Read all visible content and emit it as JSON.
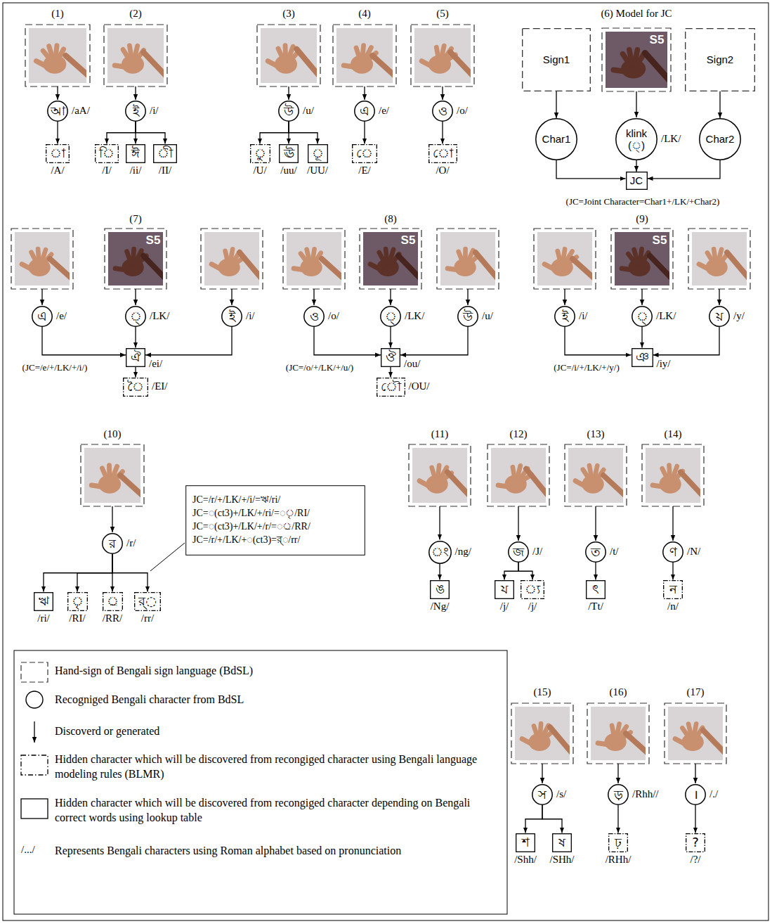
{
  "diagram": {
    "nodes": [
      {
        "text": [
          "আ",
          "/aA/"
        ]
      },
      {
        "text": [
          "◌া",
          "/A/"
        ]
      },
      {
        "text": [
          "ই",
          "/i/"
        ]
      },
      {
        "text": [
          "◌ি",
          "/I/"
        ]
      },
      {
        "text": [
          "ঈ",
          "/ii/"
        ]
      },
      {
        "text": [
          "◌ী",
          "/II/"
        ]
      },
      {
        "text": [
          "উ",
          "/u/"
        ]
      },
      {
        "text": [
          "◌ু",
          "/U/"
        ]
      },
      {
        "text": [
          "ঊ",
          "/uu/"
        ]
      },
      {
        "text": [
          "◌ূ",
          "/UU/"
        ]
      },
      {
        "text": [
          "এ",
          "/e/"
        ]
      },
      {
        "text": [
          "◌ে",
          "/E/"
        ]
      },
      {
        "text": [
          "ও",
          "/o/"
        ]
      },
      {
        "text": [
          "◌ো",
          "/O/"
        ]
      },
      {
        "text": [
          "Sign1"
        ]
      },
      {
        "text": [
          "Sign2"
        ]
      },
      {
        "text": [
          "Char1"
        ]
      },
      {
        "text": [
          "klink",
          "(◌্)",
          "/LK/"
        ]
      },
      {
        "text": [
          "Char2"
        ]
      },
      {
        "text": [
          "JC"
        ]
      },
      {
        "text": [
          "এ",
          "/e/"
        ]
      },
      {
        "text": [
          "◌্",
          "/LK/"
        ]
      },
      {
        "text": [
          "ই",
          "/i/"
        ]
      },
      {
        "text": [
          "ঐ",
          "/ei/"
        ]
      },
      {
        "text": [
          "◌ৈ",
          "/EI/"
        ]
      },
      {
        "text": [
          "ও",
          "/o/"
        ]
      },
      {
        "text": [
          "◌্",
          "/LK/"
        ]
      },
      {
        "text": [
          "উ",
          "/u/"
        ]
      },
      {
        "text": [
          "ঔ",
          "/ou/"
        ]
      },
      {
        "text": [
          "◌ৌ",
          "/OU/"
        ]
      },
      {
        "text": [
          "ই",
          "/i/"
        ]
      },
      {
        "text": [
          "◌্",
          "/LK/"
        ]
      },
      {
        "text": [
          "য়",
          "/y/"
        ]
      },
      {
        "text": [
          "ঞ",
          "/iy/"
        ]
      },
      {
        "text": [
          "র",
          "/r/"
        ]
      },
      {
        "text": [
          "JC=/r/+/LK/+/i/=ঋ/ri/",
          "JC=◌(ct3)+/LK/+/ri/=◌ৃ/RI/",
          "JC=◌(ct3)+/LK/+/r/=◌্র/RR/",
          "JC=/r/+/LK/+◌(ct3)=র্◌/rr/"
        ]
      },
      {
        "text": [
          "ঋ",
          "/ri/"
        ]
      },
      {
        "text": [
          "◌ৃ",
          "/RI/"
        ]
      },
      {
        "text": [
          "◌্র",
          "/RR/"
        ]
      },
      {
        "text": [
          "র্◌",
          "/rr/"
        ]
      },
      {
        "text": [
          "◌ং",
          "/ng/"
        ]
      },
      {
        "text": [
          "ঙ",
          "/Ng/"
        ]
      },
      {
        "text": [
          "জ",
          "/J/"
        ]
      },
      {
        "text": [
          "য",
          "/j/"
        ]
      },
      {
        "text": [
          "◌্য",
          "/j/"
        ]
      },
      {
        "text": [
          "ত",
          "/t/"
        ]
      },
      {
        "text": [
          "ৎ",
          "/Tt/"
        ]
      },
      {
        "text": [
          "ণ",
          "/N/"
        ]
      },
      {
        "text": [
          "ন",
          "/n/"
        ]
      },
      {
        "text": [
          "স",
          "/s/"
        ]
      },
      {
        "text": [
          "শ",
          "/Shh/"
        ]
      },
      {
        "text": [
          "ষ",
          "/SHh/"
        ]
      },
      {
        "text": [
          "ড়",
          "/Rhh//"
        ]
      },
      {
        "text": [
          "ঢ়",
          "/RHh/"
        ]
      },
      {
        "text": [
          "।",
          "/./"
        ]
      },
      {
        "text": [
          "?",
          "/?/"
        ]
      }
    ],
    "edges": [
      {
        "from": 0,
        "to": 1,
        "arrow": "to"
      },
      {
        "from": 2,
        "to": 3,
        "arrow": "to"
      },
      {
        "from": 2,
        "to": 4,
        "arrow": "to"
      },
      {
        "from": 2,
        "to": 5,
        "arrow": "to"
      },
      {
        "from": 6,
        "to": 7,
        "arrow": "to"
      },
      {
        "from": 6,
        "to": 8,
        "arrow": "to"
      },
      {
        "from": 6,
        "to": 9,
        "arrow": "to"
      },
      {
        "from": 10,
        "to": 11,
        "arrow": "to"
      },
      {
        "from": 12,
        "to": 13,
        "arrow": "to"
      },
      {
        "from": 14,
        "to": 16,
        "arrow": "to"
      },
      {
        "from": 15,
        "to": 18,
        "arrow": "to"
      },
      {
        "from": 16,
        "to": 19,
        "arrow": "to"
      },
      {
        "from": 17,
        "to": 19,
        "arrow": "to"
      },
      {
        "from": 18,
        "to": 19,
        "arrow": "to"
      },
      {
        "from": 20,
        "to": 23,
        "arrow": "to"
      },
      {
        "from": 21,
        "to": 23,
        "arrow": "to"
      },
      {
        "from": 22,
        "to": 23,
        "arrow": "to"
      },
      {
        "from": 23,
        "to": 24,
        "arrow": "to"
      },
      {
        "from": 25,
        "to": 28,
        "arrow": "to"
      },
      {
        "from": 26,
        "to": 28,
        "arrow": "to"
      },
      {
        "from": 27,
        "to": 28,
        "arrow": "to"
      },
      {
        "from": 28,
        "to": 29,
        "arrow": "to"
      },
      {
        "from": 30,
        "to": 33,
        "arrow": "to"
      },
      {
        "from": 31,
        "to": 33,
        "arrow": "to"
      },
      {
        "from": 32,
        "to": 33,
        "arrow": "to"
      },
      {
        "from": 34,
        "to": 36,
        "arrow": "to"
      },
      {
        "from": 34,
        "to": 37,
        "arrow": "to"
      },
      {
        "from": 34,
        "to": 38,
        "arrow": "to"
      },
      {
        "from": 34,
        "to": 39,
        "arrow": "to"
      },
      {
        "from": 40,
        "to": 41,
        "arrow": "to"
      },
      {
        "from": 42,
        "to": 43,
        "arrow": "to"
      },
      {
        "from": 42,
        "to": 44,
        "arrow": "to"
      },
      {
        "from": 45,
        "to": 46,
        "arrow": "to"
      },
      {
        "from": 47,
        "to": 48,
        "arrow": "to"
      },
      {
        "from": 49,
        "to": 50,
        "arrow": "to"
      },
      {
        "from": 49,
        "to": 51,
        "arrow": "to"
      },
      {
        "from": 52,
        "to": 53,
        "arrow": "to"
      },
      {
        "from": 54,
        "to": 55,
        "arrow": "to"
      }
    ],
    "labels": [
      "(1)",
      "(2)",
      "(3)",
      "(4)",
      "(5)",
      "(6) Model for JC",
      "S5",
      "(JC=Joint Character=Char1+/LK/+Char2)",
      "(7)",
      "S5",
      "(JC=/e/+/LK/+/i/)",
      "(8)",
      "S5",
      "(JC=/o/+/LK/+/u/)",
      "(9)",
      "S5",
      "(JC=/i/+/LK/+/y/)",
      "(10)",
      "(11)",
      "(12)",
      "(13)",
      "(14)",
      "(15)",
      "(16)",
      "(17)",
      "/.../"
    ],
    "legend": [
      {
        "text": "Hand-sign of Bengali sign language (BdSL)"
      },
      {
        "text": "Recogniged Bengali character from BdSL"
      },
      {
        "text": "Discoverd or generated"
      },
      {
        "text": "Hidden character which will be discovered from recongiged character using Bengali language modeling rules (BLMR)"
      },
      {
        "text": "Hidden character which will be discovered from recongiged character depending on Bengali correct words using lookup table"
      },
      {
        "text": "Represents Bengali characters using Roman alphabet based on pronunciation"
      }
    ]
  }
}
